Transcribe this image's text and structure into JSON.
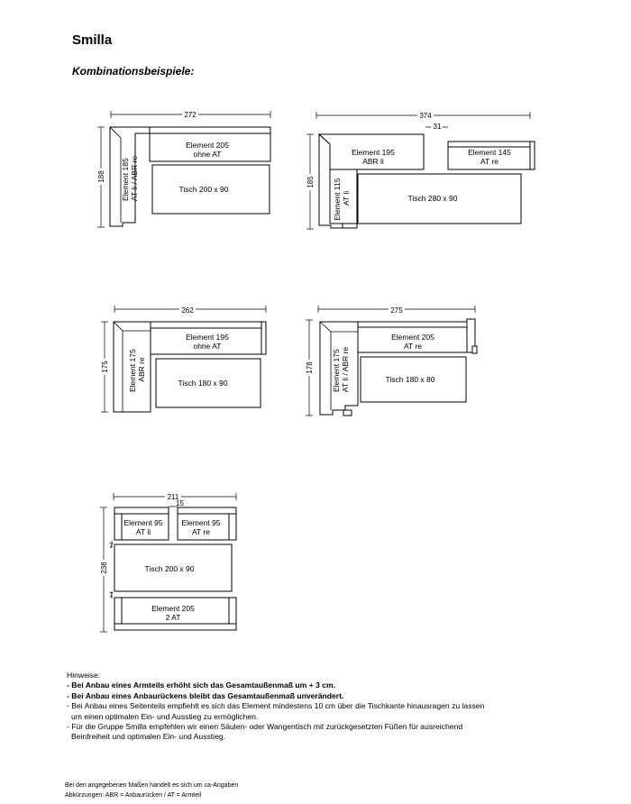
{
  "title": "Smilla",
  "subtitle": "Kombinationsbeispiele:",
  "combinations": [
    {
      "width_label": "272",
      "height_label": "188",
      "pieces": [
        {
          "lines": [
            "Element 185",
            "AT li / ABR re"
          ],
          "rotated": true
        },
        {
          "lines": [
            "Element 205",
            "ohne AT"
          ]
        },
        {
          "lines": [
            "Tisch 200 x 90"
          ]
        }
      ]
    },
    {
      "width_label": "374",
      "sub_dim_label": "31",
      "height_label": "185",
      "pieces": [
        {
          "lines": [
            "Element 195",
            "ABR li"
          ]
        },
        {
          "lines": [
            "Element 145",
            "AT re"
          ]
        },
        {
          "lines": [
            "Element 115",
            "AT li"
          ],
          "rotated": true
        },
        {
          "lines": [
            "Tisch 280 x 90"
          ]
        }
      ]
    },
    {
      "width_label": "262",
      "height_label": "175",
      "pieces": [
        {
          "lines": [
            "Element 175",
            "ABR re"
          ],
          "rotated": true
        },
        {
          "lines": [
            "Element 195",
            "ohne AT"
          ]
        },
        {
          "lines": [
            "Tisch 180 x 90"
          ]
        }
      ]
    },
    {
      "width_label": "275",
      "height_label": "178",
      "pieces": [
        {
          "lines": [
            "Element 175",
            "AT li / ABR re"
          ],
          "rotated": true
        },
        {
          "lines": [
            "Element 205",
            "AT re"
          ]
        },
        {
          "lines": [
            "Tisch 180 x 80"
          ]
        }
      ]
    },
    {
      "width_label": "211",
      "gap_label": "15",
      "height_label": "238",
      "clearance_labels": [
        "7",
        "7"
      ],
      "pieces": [
        {
          "lines": [
            "Element 95",
            "AT li"
          ]
        },
        {
          "lines": [
            "Element 95",
            "AT re"
          ]
        },
        {
          "lines": [
            "Tisch 200 x 90"
          ]
        },
        {
          "lines": [
            "Element 205",
            "2 AT"
          ]
        }
      ]
    }
  ],
  "notes": {
    "heading": "Hinweise:",
    "items": [
      {
        "text": "- Bei Anbau eines Armteils erhöht sich das Gesamtaußenmaß um + 3 cm.",
        "bold": true
      },
      {
        "text": "- Bei Anbau eines Anbaurückens bleibt das Gesamtaußenmaß unverändert.",
        "bold": true
      },
      {
        "text": "- Bei Anbau eines Seitenteils empfiehlt es sich das Element mindestens 10 cm über die Tischkante hinausragen zu lassen",
        "bold": false
      },
      {
        "text": "um einen optimalen Ein- und Ausstieg zu ermöglichen.",
        "bold": false,
        "indent": true
      },
      {
        "text": "- Für die Gruppe Smilla empfehlen wir einen Säulen- oder Wangentisch mit zurückgesetzten Füßen für ausreichend",
        "bold": false
      },
      {
        "text": "Beinfreiheit und optimalen Ein- und Ausstieg.",
        "bold": false,
        "indent": true
      }
    ]
  },
  "footer": {
    "line1": "Bei den angegebenen Maßen handelt es sich um ca-Angaben",
    "line2": "Abkürzungen: ABR = Anbaurücken / AT = Armteil"
  }
}
